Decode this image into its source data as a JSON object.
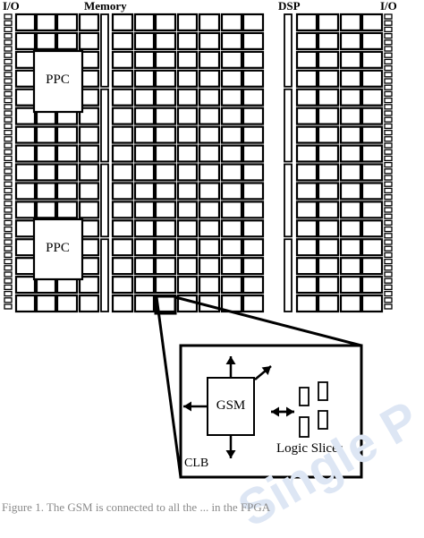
{
  "labels": {
    "io_left": "I/O",
    "memory": "Memory",
    "dsp": "DSP",
    "io_right": "I/O",
    "ppc_top": "PPC",
    "ppc_bottom": "PPC",
    "gsm": "GSM",
    "logic_slices": "Logic Slices",
    "clb": "CLB"
  },
  "caption": "Figure 1. The GSM is connected to all the ... in the FPGA",
  "watermark": "Single P"
}
